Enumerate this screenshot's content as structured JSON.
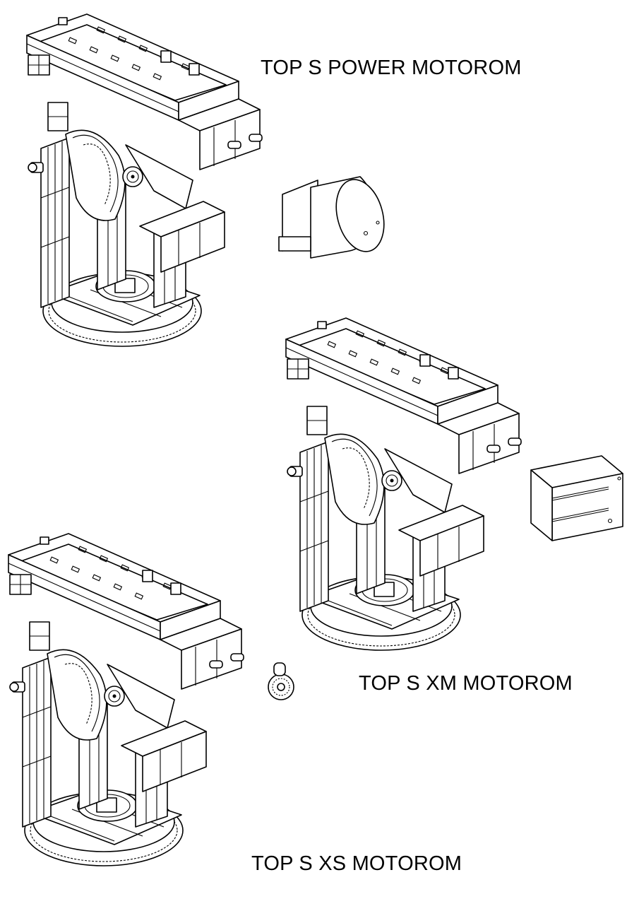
{
  "labels": {
    "power": "TOP S POWER MOTOROM",
    "xm": "TOP S XM MOTOROM",
    "xs": "TOP S XS MOTOROM"
  },
  "assemblies": [
    {
      "id": "power",
      "motor": "cylinder-motor-icon"
    },
    {
      "id": "xm",
      "motor": "box-motor-icon"
    },
    {
      "id": "xs",
      "motor": "small-gear-motor-icon"
    }
  ]
}
